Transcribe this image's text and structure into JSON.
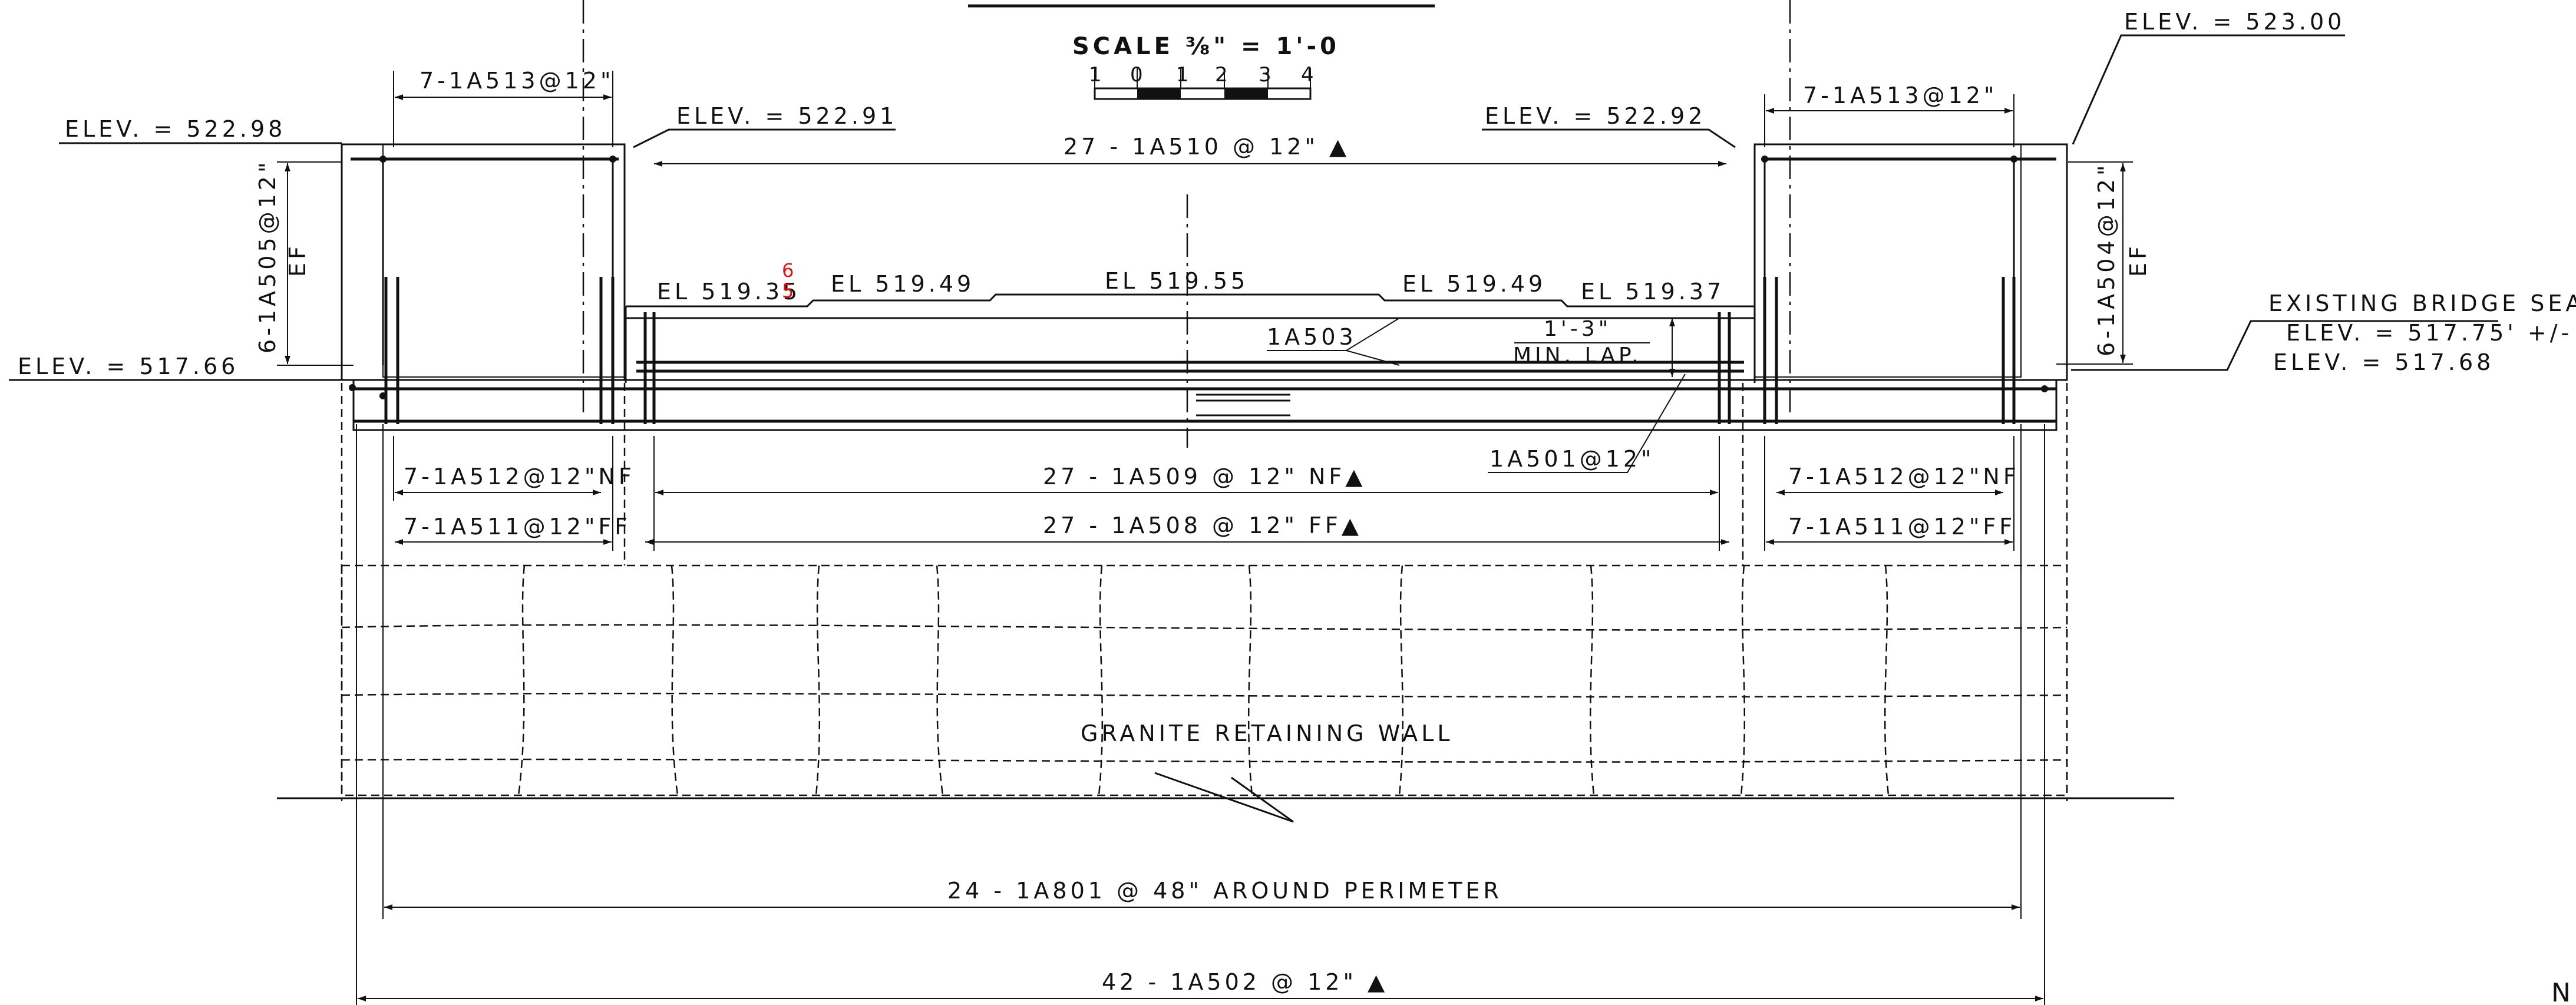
{
  "scale": {
    "label": "SCALE ⅜\" =  1'-0",
    "ticks": [
      "1",
      "0",
      "1",
      "2",
      "3",
      "4"
    ]
  },
  "elevations": {
    "left_top": "ELEV. = 522.98",
    "left_bottom": "ELEV. = 517.66",
    "mid_left": "ELEV. = 522.91",
    "mid_right": "ELEV. = 522.92",
    "right_top": "ELEV. = 523.00"
  },
  "slab_elevations": [
    "EL 519.35",
    "EL 519.49",
    "EL 519.55",
    "EL 519.49",
    "EL 519.37"
  ],
  "revision_marks": [
    "6",
    "5"
  ],
  "bars": {
    "left_top": "7-1A513@12\"",
    "right_top": "7-1A513@12\"",
    "left_vertical": "6-1A505@12\"",
    "left_vertical_ef": "EF",
    "right_vertical": "6-1A504@12\"",
    "right_vertical_ef": "EF",
    "slab_top": "27 - 1A510 @ 12\" ▲",
    "slab_bar": "1A503",
    "lap_length": "1'-3\"",
    "lap_note": "MIN. LAP.",
    "dowel": "1A501@12\"",
    "left_nf": "7-1A512@12\"NF",
    "left_ff": "7-1A511@12\"FF",
    "right_nf": "7-1A512@12\"NF",
    "right_ff": "7-1A511@12\"FF",
    "slab_nf": "27 - 1A509 @ 12\" NF▲",
    "slab_ff": "27 - 1A508 @ 12\" FF▲",
    "perimeter": "24 - 1A801 @ 48\" AROUND PERIMETER",
    "bottom": "42 - 1A502 @ 12\" ▲"
  },
  "bridge_seat": {
    "title": "EXISTING BRIDGE SEAT",
    "elev_existing": "ELEV. = 517.75' +/-",
    "elev_new": "ELEV. = 517.68"
  },
  "wall_label": "GRANITE RETAINING WALL",
  "edge_fragment": "N"
}
